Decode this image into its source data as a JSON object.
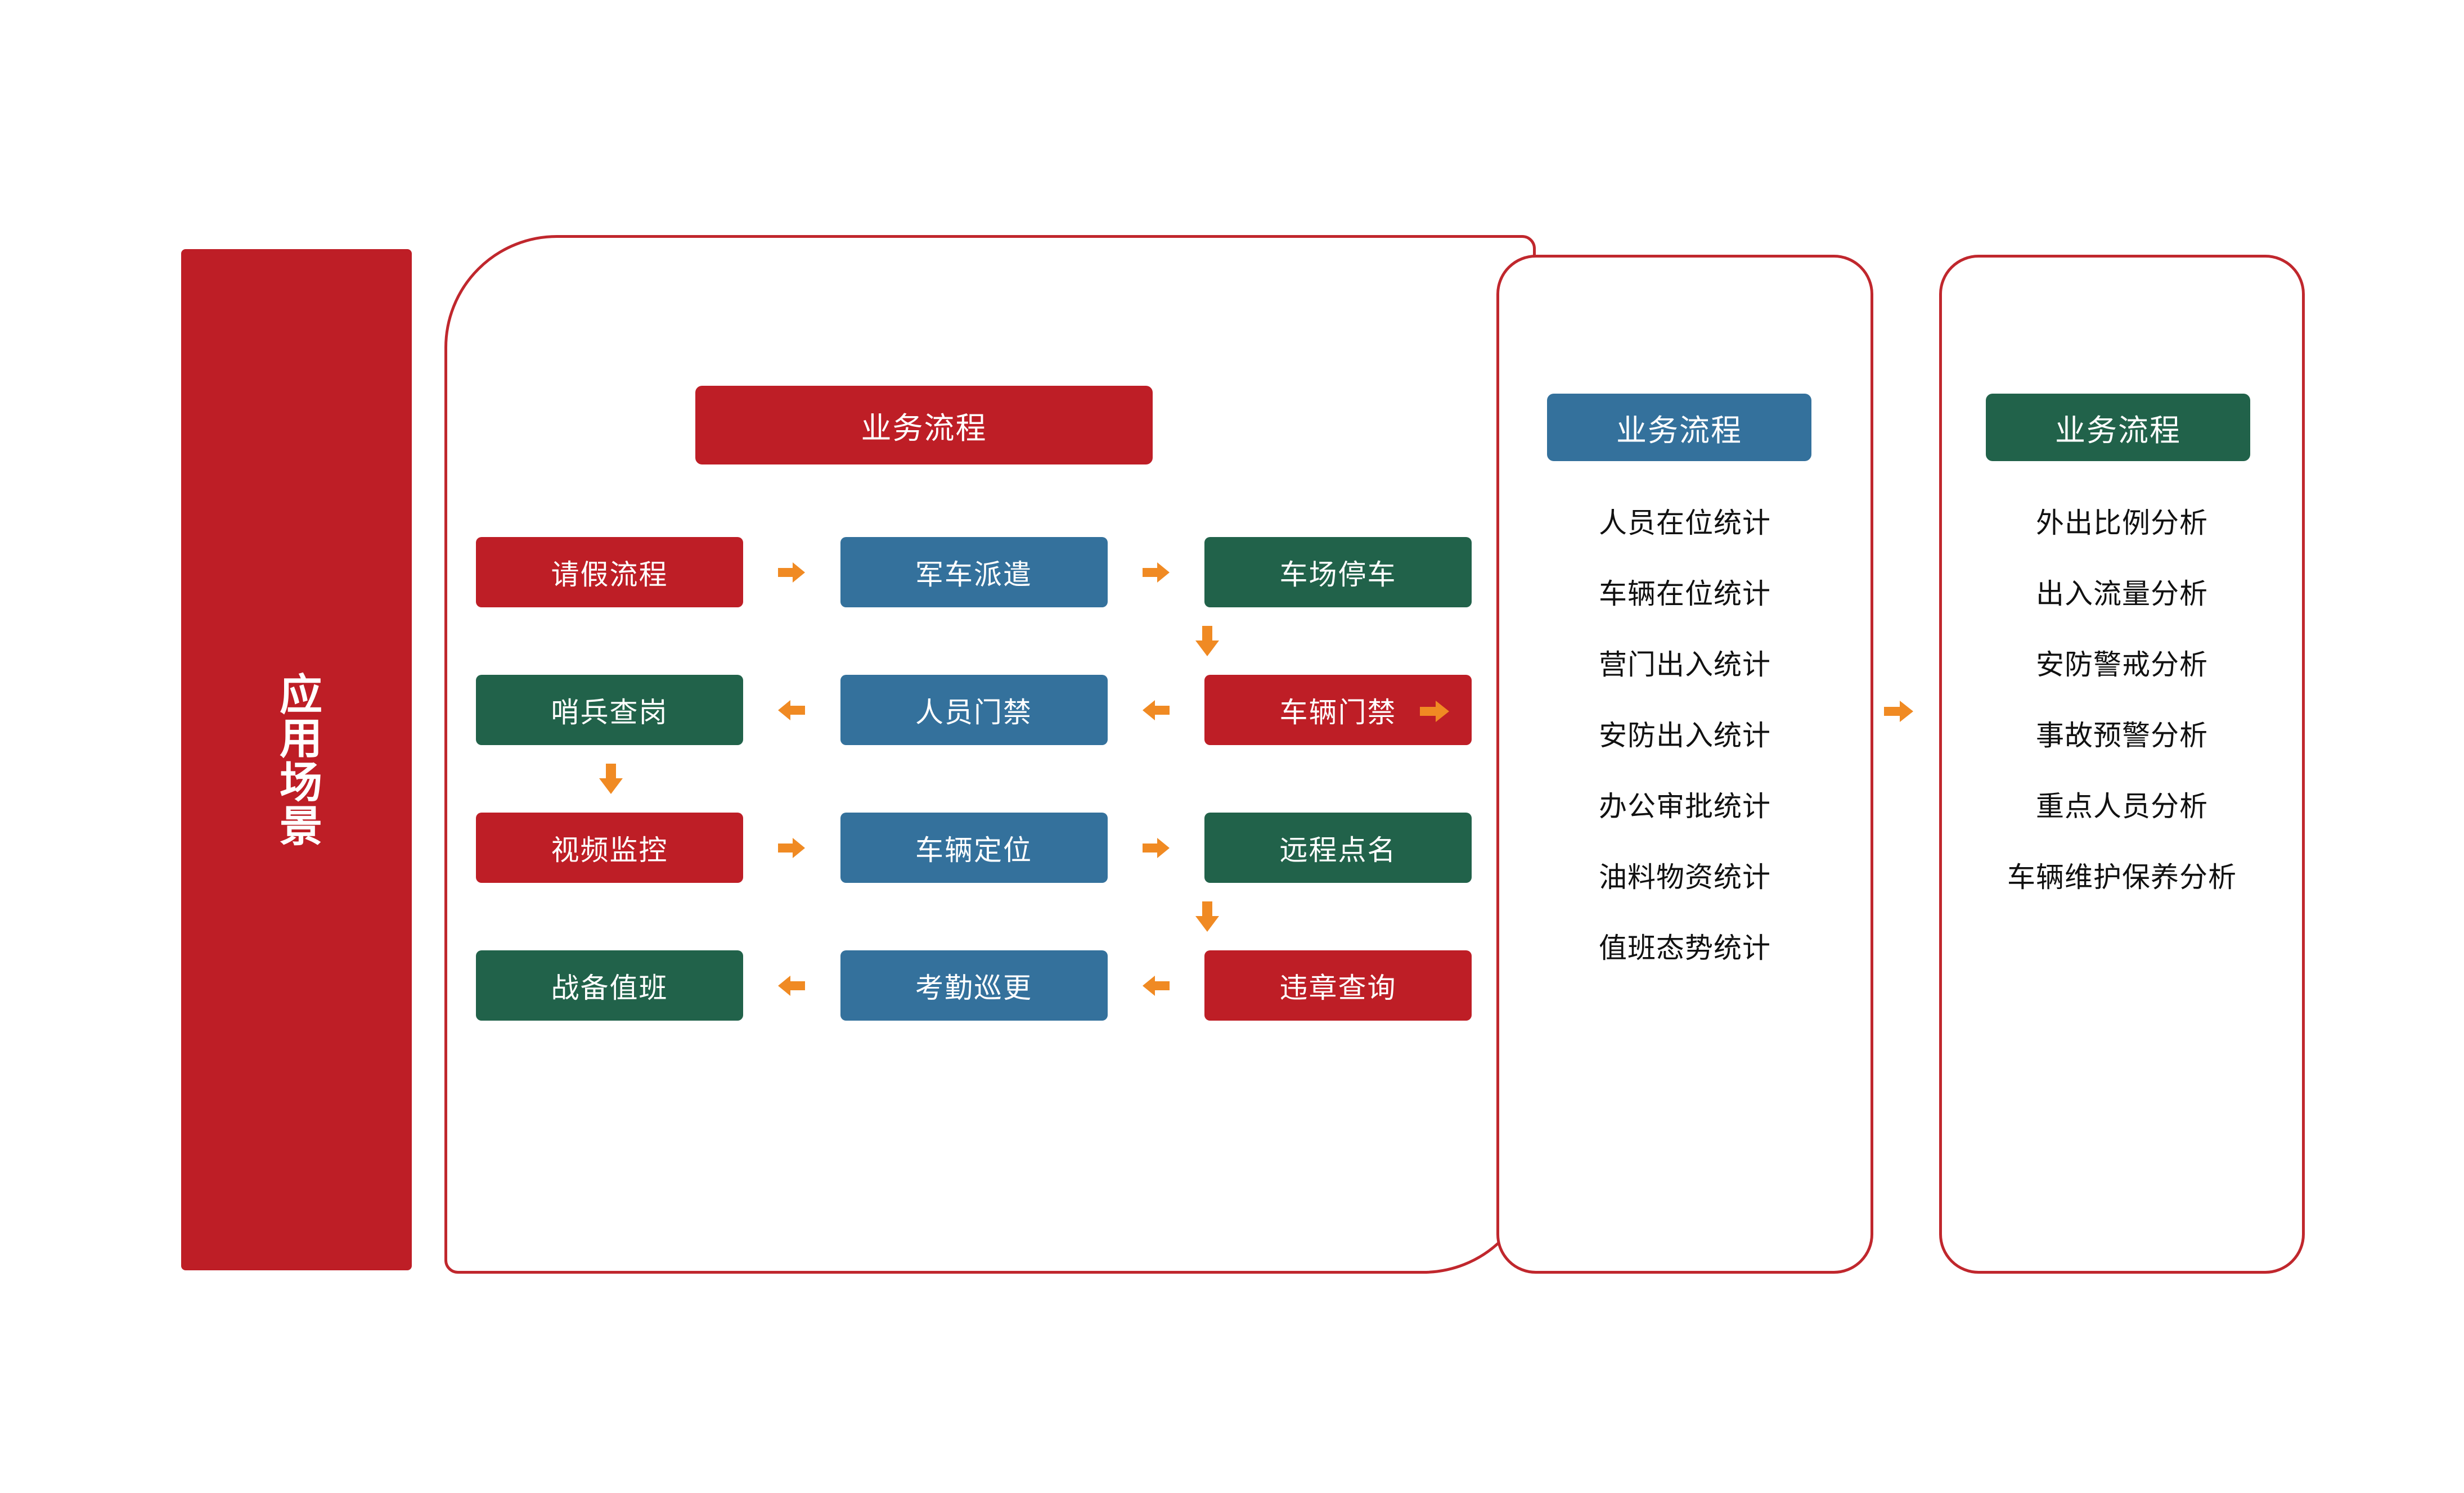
{
  "banner": {
    "label": "应用场景"
  },
  "colors": {
    "red": "#BE1E26",
    "blue": "#34719C",
    "green": "#21624A",
    "outline": "#C0272D",
    "arrow_orange": "#F08A23",
    "text_dark": "#111111",
    "background": "#FFFFFF"
  },
  "process_panel": {
    "header": "业务流程",
    "rows": [
      {
        "direction": "right",
        "nodes": [
          {
            "label": "请假流程",
            "color": "red"
          },
          {
            "label": "军车派遣",
            "color": "blue"
          },
          {
            "label": "车场停车",
            "color": "green"
          }
        ]
      },
      {
        "direction": "left",
        "nodes": [
          {
            "label": "哨兵查岗",
            "color": "green"
          },
          {
            "label": "人员门禁",
            "color": "blue"
          },
          {
            "label": "车辆门禁",
            "color": "red"
          }
        ]
      },
      {
        "direction": "right",
        "nodes": [
          {
            "label": "视频监控",
            "color": "red"
          },
          {
            "label": "车辆定位",
            "color": "blue"
          },
          {
            "label": "远程点名",
            "color": "green"
          }
        ]
      },
      {
        "direction": "left",
        "nodes": [
          {
            "label": "战备值班",
            "color": "green"
          },
          {
            "label": "考勤巡更",
            "color": "blue"
          },
          {
            "label": "违章查询",
            "color": "red"
          }
        ]
      }
    ],
    "vertical_connectors": [
      {
        "from": "车场停车",
        "to": "车辆门禁",
        "direction": "down"
      },
      {
        "from": "哨兵查岗",
        "to": "视频监控",
        "direction": "down"
      },
      {
        "from": "远程点名",
        "to": "违章查询",
        "direction": "down"
      }
    ]
  },
  "statistics_panel": {
    "header": "业务流程",
    "items": [
      "人员在位统计",
      "车辆在位统计",
      "营门出入统计",
      "安防出入统计",
      "办公审批统计",
      "油料物资统计",
      "值班态势统计"
    ]
  },
  "analysis_panel": {
    "header": "业务流程",
    "items": [
      "外出比例分析",
      "出入流量分析",
      "安防警戒分析",
      "事故预警分析",
      "重点人员分析",
      "车辆维护保养分析"
    ]
  },
  "panel_connectors": [
    {
      "from": "process_panel",
      "to": "statistics_panel",
      "direction": "right"
    },
    {
      "from": "statistics_panel",
      "to": "analysis_panel",
      "direction": "right"
    }
  ]
}
